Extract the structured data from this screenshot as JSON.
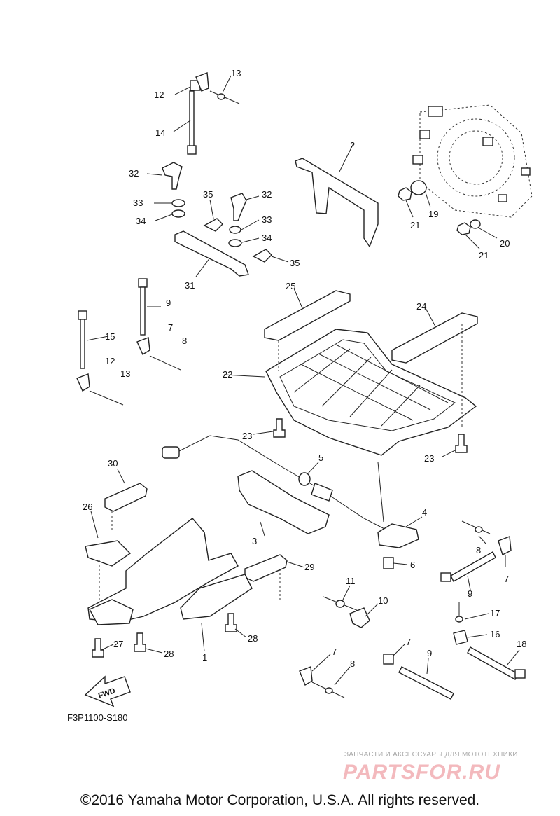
{
  "diagram": {
    "callouts": [
      "1",
      "2",
      "3",
      "4",
      "5",
      "6",
      "7",
      "8",
      "9",
      "10",
      "11",
      "12",
      "13",
      "14",
      "15",
      "16",
      "17",
      "18",
      "19",
      "20",
      "21",
      "22",
      "23",
      "24",
      "25",
      "26",
      "27",
      "28",
      "29",
      "30",
      "31",
      "32",
      "33",
      "34",
      "35"
    ],
    "fwd_label": "FWD",
    "reference_code": "F3P1100-S180"
  },
  "watermark": {
    "tagline": "ЗАПЧАСТИ И АКСЕССУАРЫ ДЛЯ МОТОТЕХНИКИ",
    "brand": "PARTSFOR.RU"
  },
  "footer": {
    "copyright": "©2016 Yamaha Motor Corporation, U.S.A. All rights reserved."
  }
}
